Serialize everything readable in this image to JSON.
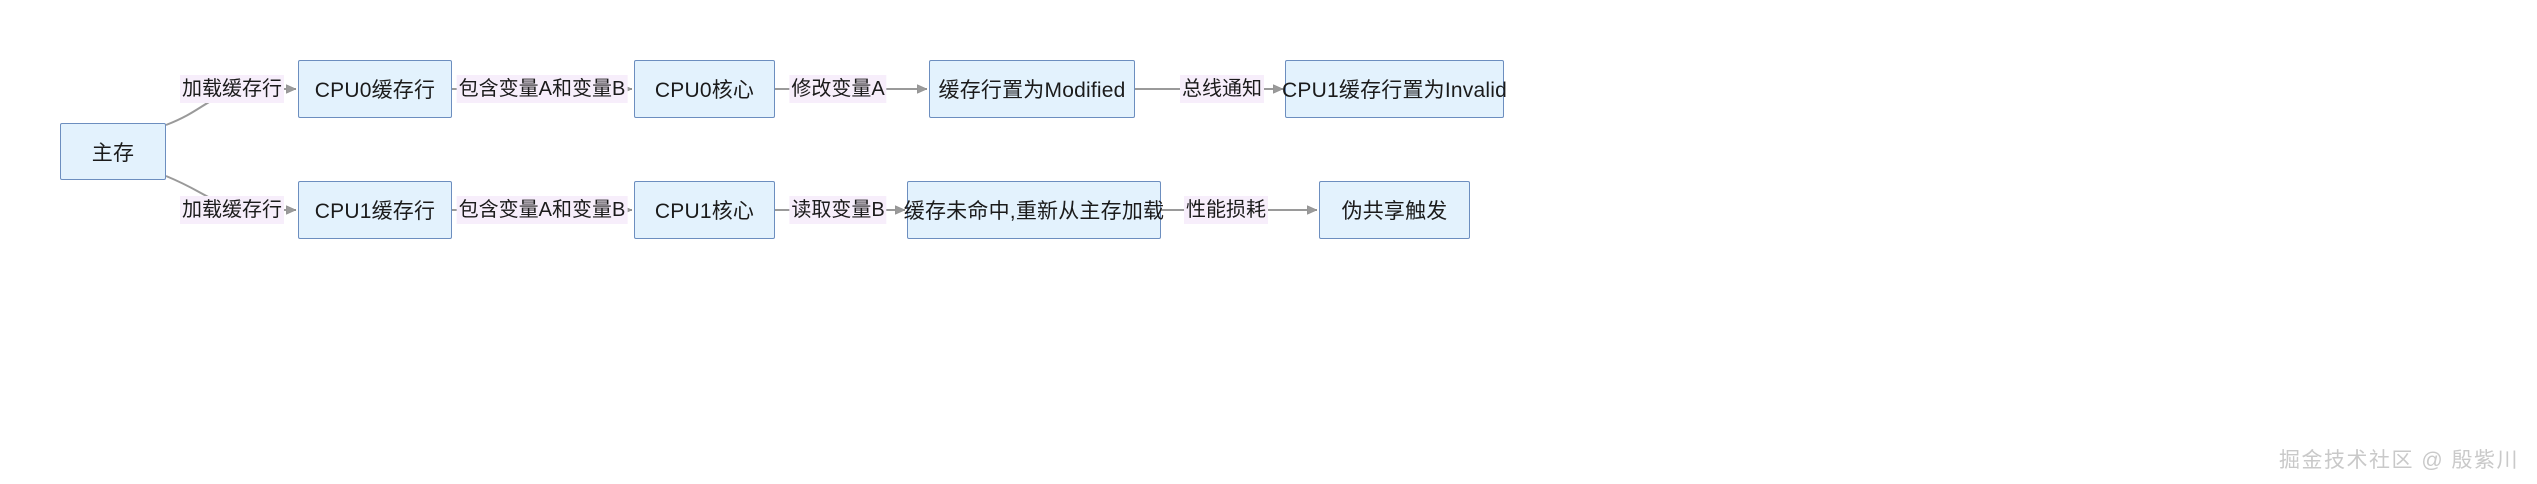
{
  "diagram": {
    "title": "CPU false sharing flow",
    "colors": {
      "node_fill": "#e3f2fd",
      "node_border": "#6c8ebf",
      "edge_label_bg": "#f7eefb",
      "edge_stroke": "#9a9a9a",
      "text": "#1b1b1b",
      "watermark": "#c9c9c9",
      "background": "#ffffff"
    },
    "nodes": [
      {
        "id": "main-memory",
        "label": "主存"
      },
      {
        "id": "cpu0-cache-line",
        "label": "CPU0缓存行"
      },
      {
        "id": "cpu0-core",
        "label": "CPU0核心"
      },
      {
        "id": "cache-line-modified",
        "label": "缓存行置为Modified"
      },
      {
        "id": "cpu1-cache-invalid",
        "label": "CPU1缓存行置为Invalid"
      },
      {
        "id": "cpu1-cache-line",
        "label": "CPU1缓存行"
      },
      {
        "id": "cpu1-core",
        "label": "CPU1核心"
      },
      {
        "id": "cache-miss-reload",
        "label": "缓存未命中,重新从主存加载"
      },
      {
        "id": "false-sharing",
        "label": "伪共享触发"
      }
    ],
    "edges": [
      {
        "id": "e1",
        "from": "main-memory",
        "to": "cpu0-cache-line",
        "label": "加载缓存行"
      },
      {
        "id": "e2",
        "from": "cpu0-cache-line",
        "to": "cpu0-core",
        "label": "包含变量A和变量B"
      },
      {
        "id": "e3",
        "from": "cpu0-core",
        "to": "cache-line-modified",
        "label": "修改变量A"
      },
      {
        "id": "e4",
        "from": "cache-line-modified",
        "to": "cpu1-cache-invalid",
        "label": "总线通知"
      },
      {
        "id": "e5",
        "from": "main-memory",
        "to": "cpu1-cache-line",
        "label": "加载缓存行"
      },
      {
        "id": "e6",
        "from": "cpu1-cache-line",
        "to": "cpu1-core",
        "label": "包含变量A和变量B"
      },
      {
        "id": "e7",
        "from": "cpu1-core",
        "to": "cache-miss-reload",
        "label": "读取变量B"
      },
      {
        "id": "e8",
        "from": "cache-miss-reload",
        "to": "false-sharing",
        "label": "性能损耗"
      }
    ],
    "watermark": "掘金技术社区 @ 殷紫川"
  }
}
